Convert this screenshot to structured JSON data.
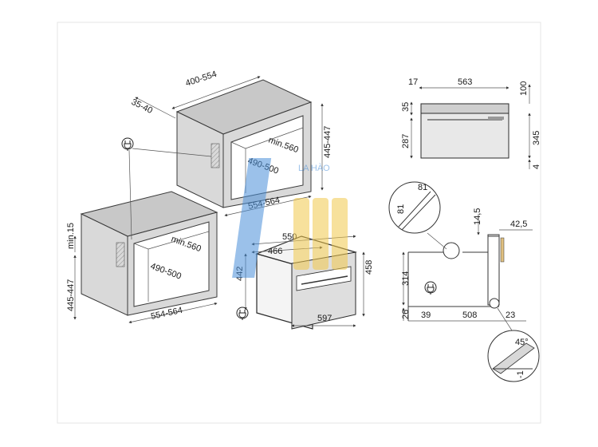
{
  "dimensions": {
    "top_width": "400-554",
    "top_depth": "35-40",
    "upper_min_depth": "min.560",
    "upper_height": "445-447",
    "upper_inner_height": "490-500",
    "upper_width": "554-564",
    "lower_min_gap": "min.15",
    "lower_min_depth": "min.560",
    "lower_inner_height": "490-500",
    "lower_height": "445-447",
    "lower_width": "554-564",
    "oven_depth_550": "550",
    "oven_depth_466": "466",
    "oven_height_442": "442",
    "oven_height_458": "458",
    "oven_width": "597",
    "side_17": "17",
    "side_563": "563",
    "side_100": "100",
    "side_35": "35",
    "side_287": "287",
    "side_345": "345",
    "side_4": "4",
    "detail_81_h": "81",
    "detail_81_v": "81",
    "detail_14_5": "14,5",
    "detail_42_5": "42,5",
    "detail_314": "314",
    "detail_26": "26",
    "detail_39": "39",
    "detail_508": "508",
    "detail_23": "23",
    "detail_45": "45°",
    "detail_minus1": "-1"
  },
  "watermark": "LA HÀO"
}
